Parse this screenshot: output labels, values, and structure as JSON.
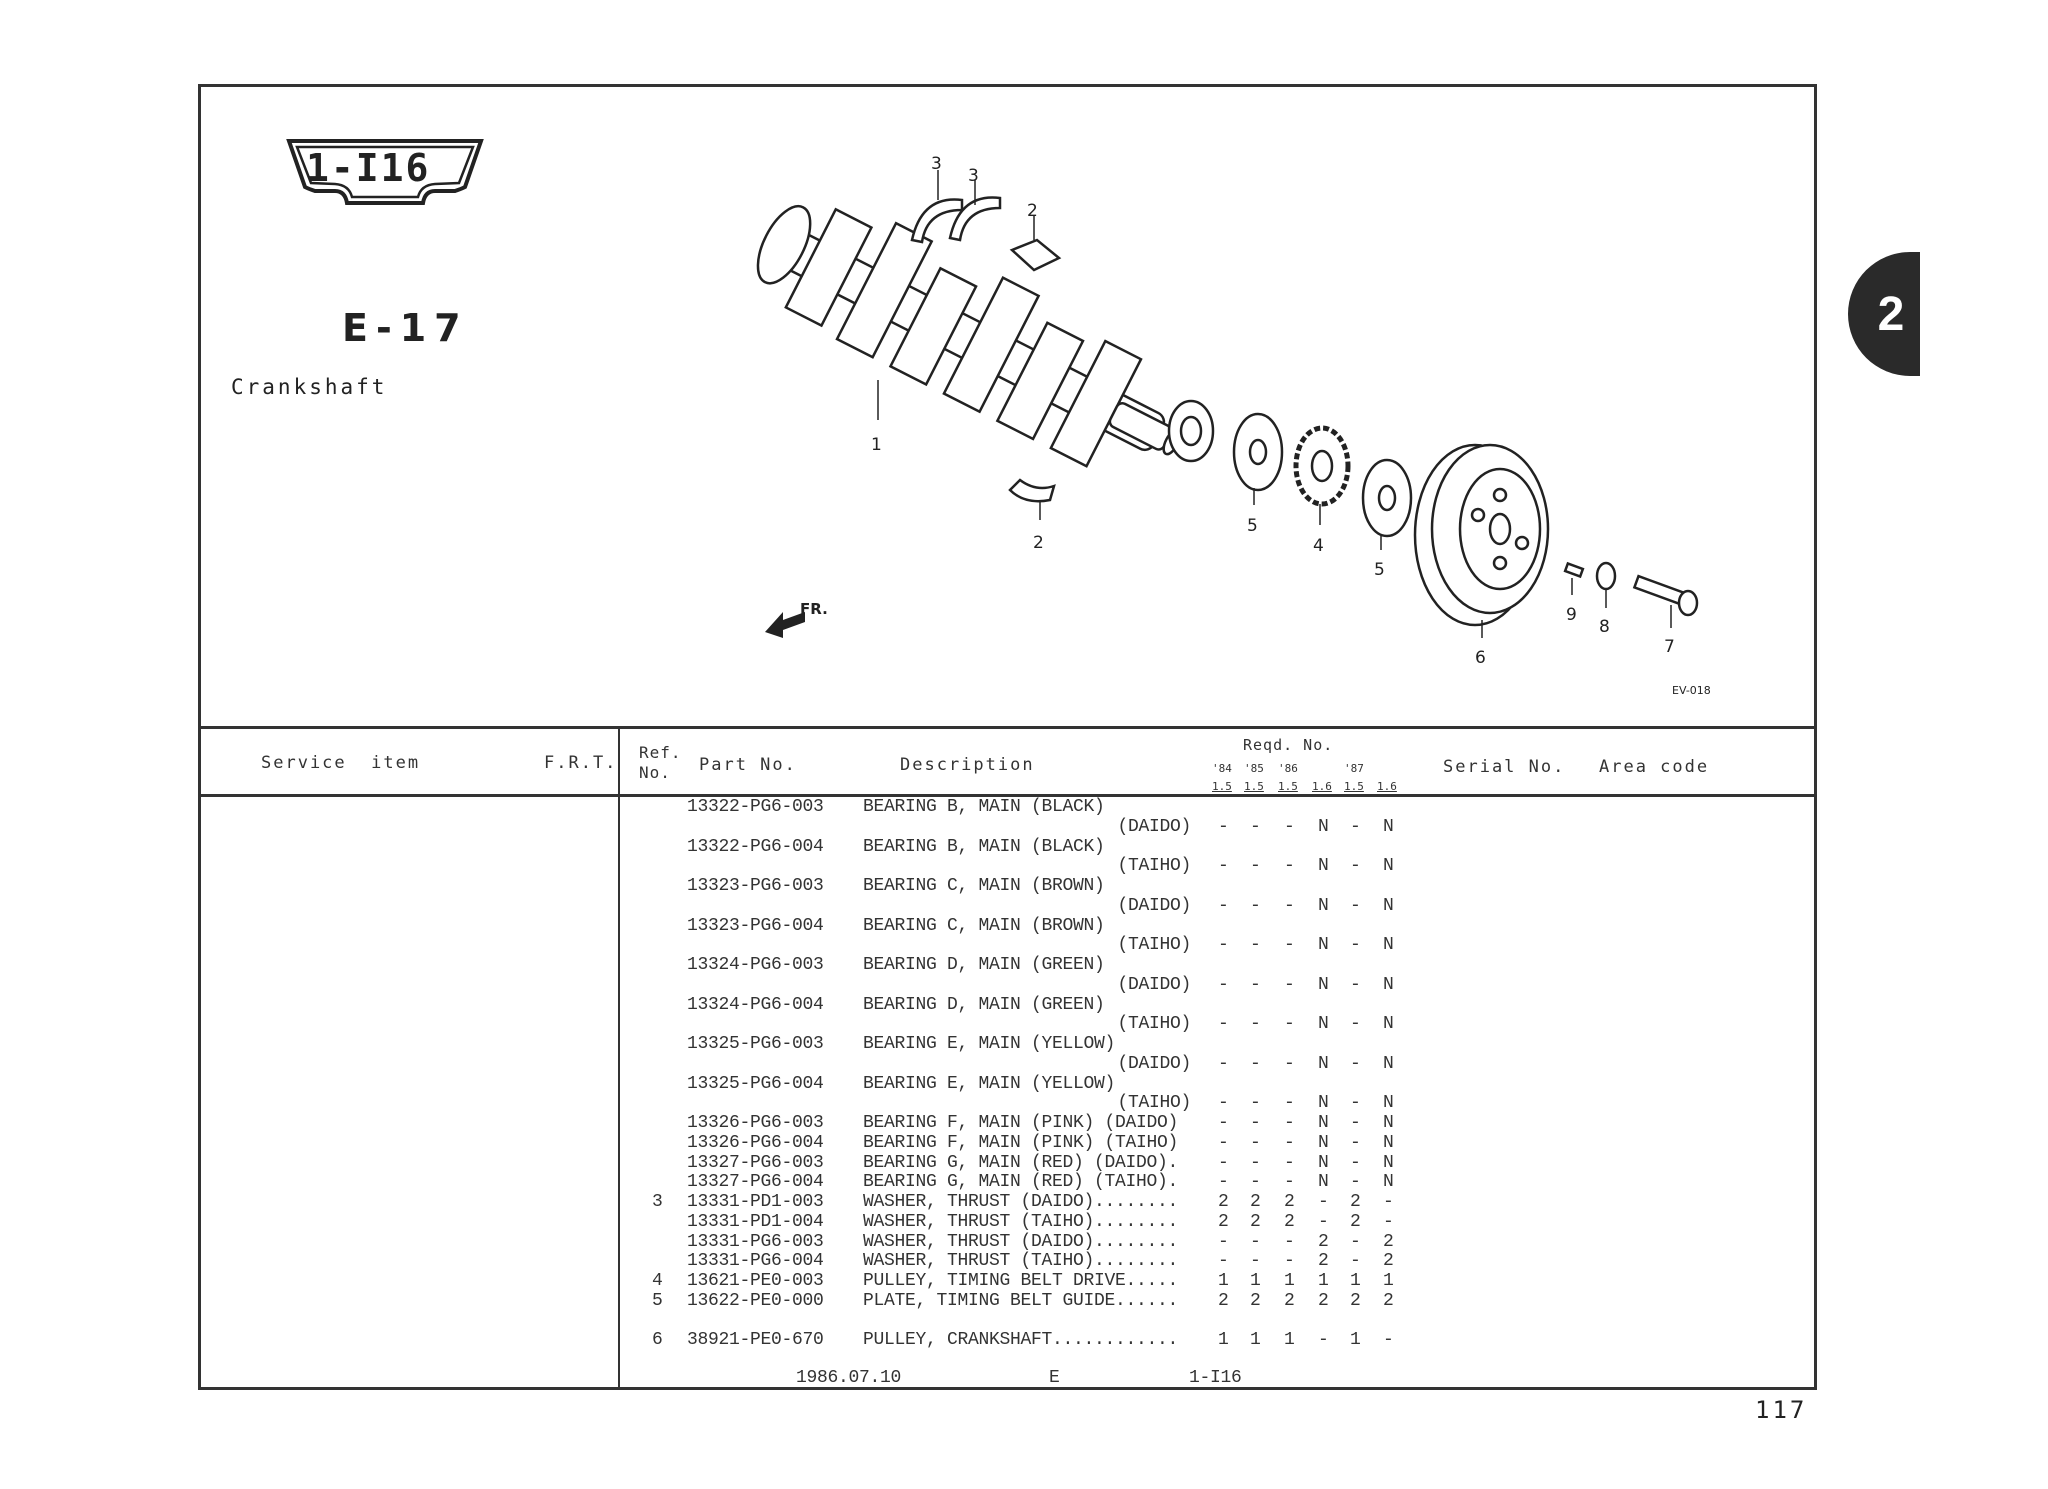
{
  "header": {
    "section_badge": "1-I16",
    "group_code": "E-17",
    "title": "Crankshaft",
    "chapter_tab": "2"
  },
  "diagram": {
    "callouts": [
      "3",
      "3",
      "2",
      "1",
      "2",
      "5",
      "4",
      "5",
      "6",
      "9",
      "8",
      "7"
    ],
    "front_label": "FR.",
    "diagram_code": "EV-018"
  },
  "table": {
    "columns": {
      "service_item": "Service  item",
      "frt": "F.R.T.",
      "ref_no_1": "Ref.",
      "ref_no_2": "No.",
      "part_no": "Part No.",
      "description": "Description",
      "reqd_no": "Reqd. No.",
      "years": [
        "'84",
        "'85",
        "'86",
        "",
        "'87",
        ""
      ],
      "engines": [
        "1.5",
        "1.5",
        "1.5",
        "1.6",
        "1.5",
        "1.6"
      ],
      "serial_no": "Serial No.",
      "area_code": "Area code"
    },
    "lines": [
      {
        "ref": "",
        "part": "13322-PG6-003",
        "desc": "BEARING B, MAIN (BLACK)",
        "sub": "",
        "qty": [
          "",
          "",
          "",
          "",
          "",
          ""
        ]
      },
      {
        "ref": "",
        "part": "",
        "desc": "",
        "sub": "(DAIDO)",
        "qty": [
          "-",
          "-",
          "-",
          "N",
          "-",
          "N"
        ]
      },
      {
        "ref": "",
        "part": "13322-PG6-004",
        "desc": "BEARING B, MAIN (BLACK)",
        "sub": "",
        "qty": [
          "",
          "",
          "",
          "",
          "",
          ""
        ]
      },
      {
        "ref": "",
        "part": "",
        "desc": "",
        "sub": "(TAIHO)",
        "qty": [
          "-",
          "-",
          "-",
          "N",
          "-",
          "N"
        ]
      },
      {
        "ref": "",
        "part": "13323-PG6-003",
        "desc": "BEARING C, MAIN (BROWN)",
        "sub": "",
        "qty": [
          "",
          "",
          "",
          "",
          "",
          ""
        ]
      },
      {
        "ref": "",
        "part": "",
        "desc": "",
        "sub": "(DAIDO)",
        "qty": [
          "-",
          "-",
          "-",
          "N",
          "-",
          "N"
        ]
      },
      {
        "ref": "",
        "part": "13323-PG6-004",
        "desc": "BEARING C, MAIN (BROWN)",
        "sub": "",
        "qty": [
          "",
          "",
          "",
          "",
          "",
          ""
        ]
      },
      {
        "ref": "",
        "part": "",
        "desc": "",
        "sub": "(TAIHO)",
        "qty": [
          "-",
          "-",
          "-",
          "N",
          "-",
          "N"
        ]
      },
      {
        "ref": "",
        "part": "13324-PG6-003",
        "desc": "BEARING D, MAIN (GREEN)",
        "sub": "",
        "qty": [
          "",
          "",
          "",
          "",
          "",
          ""
        ]
      },
      {
        "ref": "",
        "part": "",
        "desc": "",
        "sub": "(DAIDO)",
        "qty": [
          "-",
          "-",
          "-",
          "N",
          "-",
          "N"
        ]
      },
      {
        "ref": "",
        "part": "13324-PG6-004",
        "desc": "BEARING D, MAIN (GREEN)",
        "sub": "",
        "qty": [
          "",
          "",
          "",
          "",
          "",
          ""
        ]
      },
      {
        "ref": "",
        "part": "",
        "desc": "",
        "sub": "(TAIHO)",
        "qty": [
          "-",
          "-",
          "-",
          "N",
          "-",
          "N"
        ]
      },
      {
        "ref": "",
        "part": "13325-PG6-003",
        "desc": "BEARING E, MAIN (YELLOW)",
        "sub": "",
        "qty": [
          "",
          "",
          "",
          "",
          "",
          ""
        ]
      },
      {
        "ref": "",
        "part": "",
        "desc": "",
        "sub": "(DAIDO)",
        "qty": [
          "-",
          "-",
          "-",
          "N",
          "-",
          "N"
        ]
      },
      {
        "ref": "",
        "part": "13325-PG6-004",
        "desc": "BEARING E, MAIN (YELLOW)",
        "sub": "",
        "qty": [
          "",
          "",
          "",
          "",
          "",
          ""
        ]
      },
      {
        "ref": "",
        "part": "",
        "desc": "",
        "sub": "(TAIHO)",
        "qty": [
          "-",
          "-",
          "-",
          "N",
          "-",
          "N"
        ]
      },
      {
        "ref": "",
        "part": "13326-PG6-003",
        "desc": "BEARING F, MAIN (PINK) (DAIDO)",
        "sub": "",
        "qty": [
          "-",
          "-",
          "-",
          "N",
          "-",
          "N"
        ]
      },
      {
        "ref": "",
        "part": "13326-PG6-004",
        "desc": "BEARING F, MAIN (PINK) (TAIHO)",
        "sub": "",
        "qty": [
          "-",
          "-",
          "-",
          "N",
          "-",
          "N"
        ]
      },
      {
        "ref": "",
        "part": "13327-PG6-003",
        "desc": "BEARING G, MAIN (RED) (DAIDO).",
        "sub": "",
        "qty": [
          "-",
          "-",
          "-",
          "N",
          "-",
          "N"
        ]
      },
      {
        "ref": "",
        "part": "13327-PG6-004",
        "desc": "BEARING G, MAIN (RED) (TAIHO).",
        "sub": "",
        "qty": [
          "-",
          "-",
          "-",
          "N",
          "-",
          "N"
        ]
      },
      {
        "ref": "3",
        "part": "13331-PD1-003",
        "desc": "WASHER, THRUST (DAIDO)........",
        "sub": "",
        "qty": [
          "2",
          "2",
          "2",
          "-",
          "2",
          "-"
        ]
      },
      {
        "ref": "",
        "part": "13331-PD1-004",
        "desc": "WASHER, THRUST (TAIHO)........",
        "sub": "",
        "qty": [
          "2",
          "2",
          "2",
          "-",
          "2",
          "-"
        ]
      },
      {
        "ref": "",
        "part": "13331-PG6-003",
        "desc": "WASHER, THRUST (DAIDO)........",
        "sub": "",
        "qty": [
          "-",
          "-",
          "-",
          "2",
          "-",
          "2"
        ]
      },
      {
        "ref": "",
        "part": "13331-PG6-004",
        "desc": "WASHER, THRUST (TAIHO)........",
        "sub": "",
        "qty": [
          "-",
          "-",
          "-",
          "2",
          "-",
          "2"
        ]
      },
      {
        "ref": "4",
        "part": "13621-PE0-003",
        "desc": "PULLEY, TIMING BELT DRIVE.....",
        "sub": "",
        "qty": [
          "1",
          "1",
          "1",
          "1",
          "1",
          "1"
        ]
      },
      {
        "ref": "5",
        "part": "13622-PE0-000",
        "desc": "PLATE, TIMING BELT GUIDE......",
        "sub": "",
        "qty": [
          "2",
          "2",
          "2",
          "2",
          "2",
          "2"
        ]
      },
      {
        "ref": "",
        "part": "",
        "desc": "",
        "sub": "",
        "qty": [
          "",
          "",
          "",
          "",
          "",
          ""
        ]
      },
      {
        "ref": "6",
        "part": "38921-PE0-670",
        "desc": "PULLEY, CRANKSHAFT............",
        "sub": "",
        "qty": [
          "1",
          "1",
          "1",
          "-",
          "1",
          "-"
        ]
      }
    ]
  },
  "footer": {
    "date": "1986.07.10",
    "edition": "E",
    "page_ref": "1-I16",
    "page_number": "117"
  }
}
